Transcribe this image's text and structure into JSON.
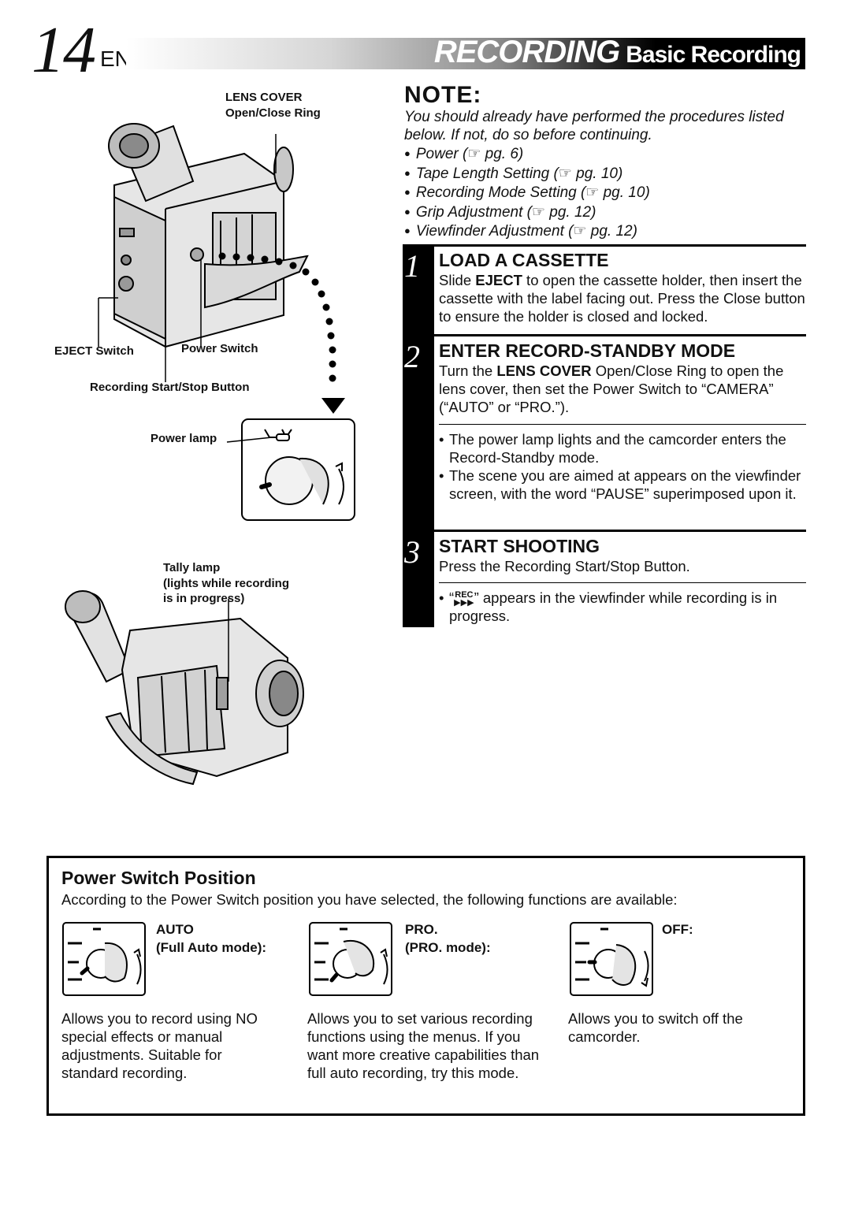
{
  "header": {
    "page_number": "14",
    "lang": "EN",
    "section": "RECORDING",
    "subsection": "Basic Recording"
  },
  "illustration": {
    "lens_cover": "LENS COVER",
    "open_close_ring": "Open/Close Ring",
    "eject_switch": "EJECT Switch",
    "power_switch": "Power Switch",
    "rec_button": "Recording Start/Stop Button",
    "power_lamp": "Power lamp",
    "tally_lamp": "Tally lamp",
    "tally_note_1": "(lights while recording",
    "tally_note_2": "is in progress)"
  },
  "note": {
    "title": "NOTE:",
    "intro": "You should already have performed the procedures listed below. If not, do so before continuing.",
    "items": [
      "Power (☞ pg. 6)",
      "Tape Length Setting (☞ pg. 10)",
      "Recording Mode Setting (☞ pg. 10)",
      "Grip Adjustment (☞ pg. 12)",
      "Viewfinder Adjustment (☞ pg. 12)"
    ]
  },
  "steps": [
    {
      "number": "1",
      "title": "LOAD A CASSETTE",
      "body_pre": "Slide ",
      "body_bold": "EJECT",
      "body_post": " to open the cassette holder, then insert the cassette with the label facing out. Press the Close button to ensure the holder is closed and locked."
    },
    {
      "number": "2",
      "title": "ENTER RECORD-STANDBY MODE",
      "body_pre": "Turn the ",
      "body_bold": "LENS COVER",
      "body_post": " Open/Close Ring to open the lens cover, then set the Power Switch to “CAMERA” (“AUTO” or “PRO.”).",
      "bullets": [
        "The power lamp lights and the camcorder enters the Record-Standby mode.",
        "The scene you are aimed at appears on the viewfinder screen, with the word “PAUSE” superimposed upon it."
      ]
    },
    {
      "number": "3",
      "title": "START SHOOTING",
      "body": "Press the Recording Start/Stop Button.",
      "bullet_pre": "“",
      "rec_icon": "REC",
      "bullet_post": "” appears in the viewfinder while recording is in progress."
    }
  ],
  "power_switch_position": {
    "title": "Power Switch Position",
    "description": "According to the Power Switch position you have selected, the following functions are available:",
    "modes": [
      {
        "label": "AUTO",
        "sub": "(Full Auto mode):",
        "text": "Allows you to record using NO special effects or manual adjustments. Suitable for standard recording."
      },
      {
        "label": "PRO.",
        "sub": "(PRO. mode):",
        "text": "Allows you to set various recording functions using the menus. If you want more creative capabilities than full auto recording, try this mode."
      },
      {
        "label": "OFF:",
        "sub": "",
        "text": "Allows you to switch off the camcorder."
      }
    ]
  }
}
